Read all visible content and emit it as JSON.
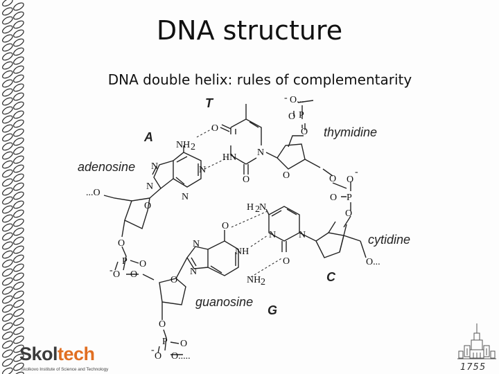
{
  "title": "DNA structure",
  "subtitle": "DNA double helix: rules of complementarity",
  "nucleotides": {
    "adenosine": "adenosine",
    "thymidine": "thymidine",
    "cytidine": "cytidine",
    "guanosine": "guanosine"
  },
  "bases": {
    "T": "T",
    "A": "A",
    "C": "C",
    "G": "G"
  },
  "atoms": {
    "O": "O",
    "N": "N",
    "P": "P",
    "NH2": "NH",
    "sub2": "2",
    "H2N": "H",
    "HN": "HN",
    "NH": "NH",
    "o_dots": "O...",
    "dots_o": "...O",
    "o_dots_bottom": "O.....",
    "minus": "-"
  },
  "logo": {
    "brand_main": "Skol",
    "brand_ital": "tech",
    "tagline": "Skolkovo Institute of Science and Technology"
  },
  "emblem_year": "1755",
  "colors": {
    "logo_accent": "#e16f22",
    "logo_text": "#3b3b3b",
    "ink": "#222222"
  }
}
